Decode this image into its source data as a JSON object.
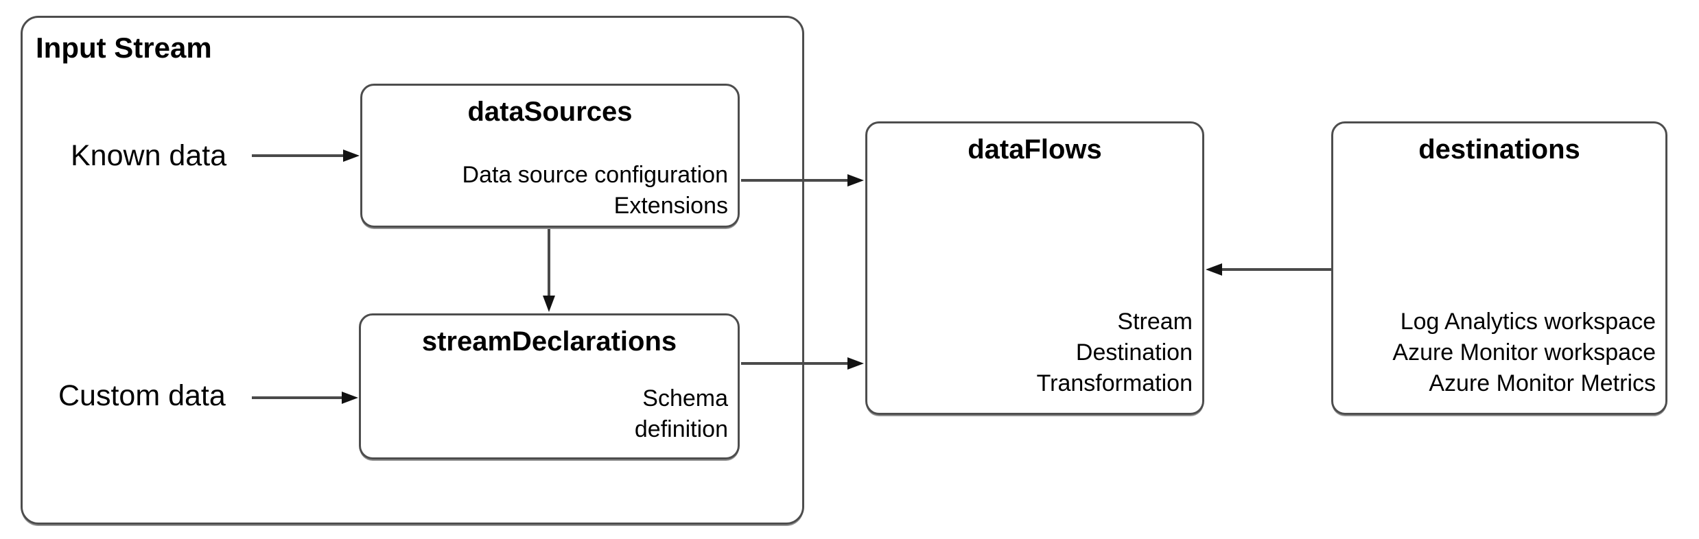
{
  "diagram": {
    "group": {
      "title": "Input Stream"
    },
    "labels": {
      "known_data": "Known data",
      "custom_data": "Custom data"
    },
    "nodes": {
      "dataSources": {
        "title": "dataSources",
        "lines": [
          "Data source configuration",
          "Extensions"
        ]
      },
      "streamDeclarations": {
        "title": "streamDeclarations",
        "lines": [
          "Schema",
          "definition"
        ]
      },
      "dataFlows": {
        "title": "dataFlows",
        "lines": [
          "Stream",
          "Destination",
          "Transformation"
        ]
      },
      "destinations": {
        "title": "destinations",
        "lines": [
          "Log Analytics workspace",
          "Azure Monitor workspace",
          "Azure Monitor Metrics"
        ]
      }
    },
    "edges": [
      {
        "from": "known_data",
        "to": "dataSources"
      },
      {
        "from": "custom_data",
        "to": "streamDeclarations"
      },
      {
        "from": "dataSources",
        "to": "streamDeclarations"
      },
      {
        "from": "dataSources",
        "to": "dataFlows"
      },
      {
        "from": "streamDeclarations",
        "to": "dataFlows"
      },
      {
        "from": "destinations",
        "to": "dataFlows"
      }
    ],
    "colors": {
      "border": "#4d4d4d",
      "arrow_line": "#4a4a4a",
      "arrow_head": "#121212",
      "text": "#000000",
      "background": "#ffffff"
    }
  }
}
